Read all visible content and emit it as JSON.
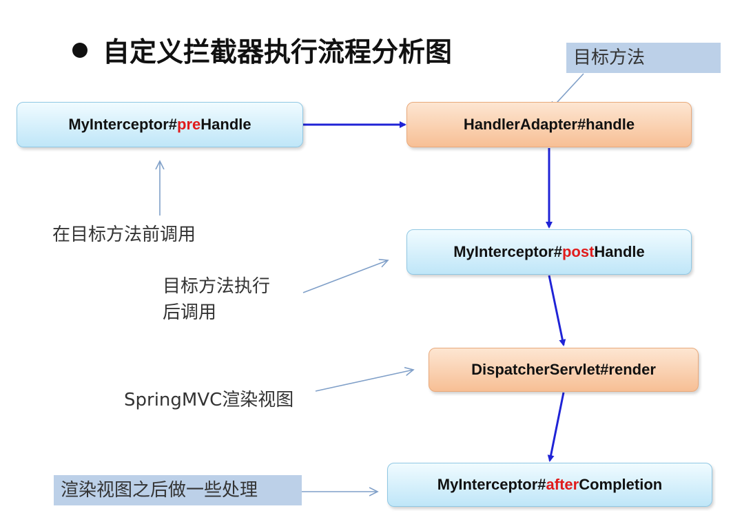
{
  "title": "自定义拦截器执行流程分析图",
  "nodes": {
    "pre_handle": {
      "prefix": "MyInterceptor#",
      "highlight": "pre",
      "suffix": "Handle"
    },
    "handler_adapter": {
      "label": "HandlerAdapter#handle"
    },
    "post_handle": {
      "prefix": "MyInterceptor#",
      "highlight": "post",
      "suffix": "Handle"
    },
    "render": {
      "label": "DispatcherServlet#render"
    },
    "after_completion": {
      "prefix": "MyInterceptor#",
      "highlight": "after",
      "suffix": "Completion"
    }
  },
  "notes": {
    "target_method": "目标方法",
    "before_target": "在目标方法前调用",
    "after_target_line1": "目标方法执行",
    "after_target_line2": "后调用",
    "springmvc_render": "SpringMVC渲染视图",
    "after_render": "渲染视图之后做一些处理"
  },
  "colors": {
    "flow_arrow": "#1f23d6",
    "note_arrow": "#7f9fc8",
    "highlight": "#e01b1b"
  }
}
